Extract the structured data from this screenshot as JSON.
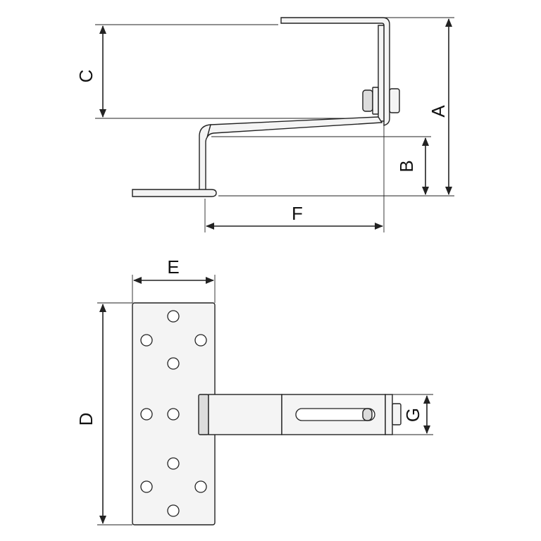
{
  "labels": {
    "a": "A",
    "b": "B",
    "c": "C",
    "d": "D",
    "e": "E",
    "f": "F",
    "g": "G"
  },
  "colors": {
    "line": "#222222",
    "part_fill": "#f4f4f4",
    "background": "#ffffff"
  }
}
